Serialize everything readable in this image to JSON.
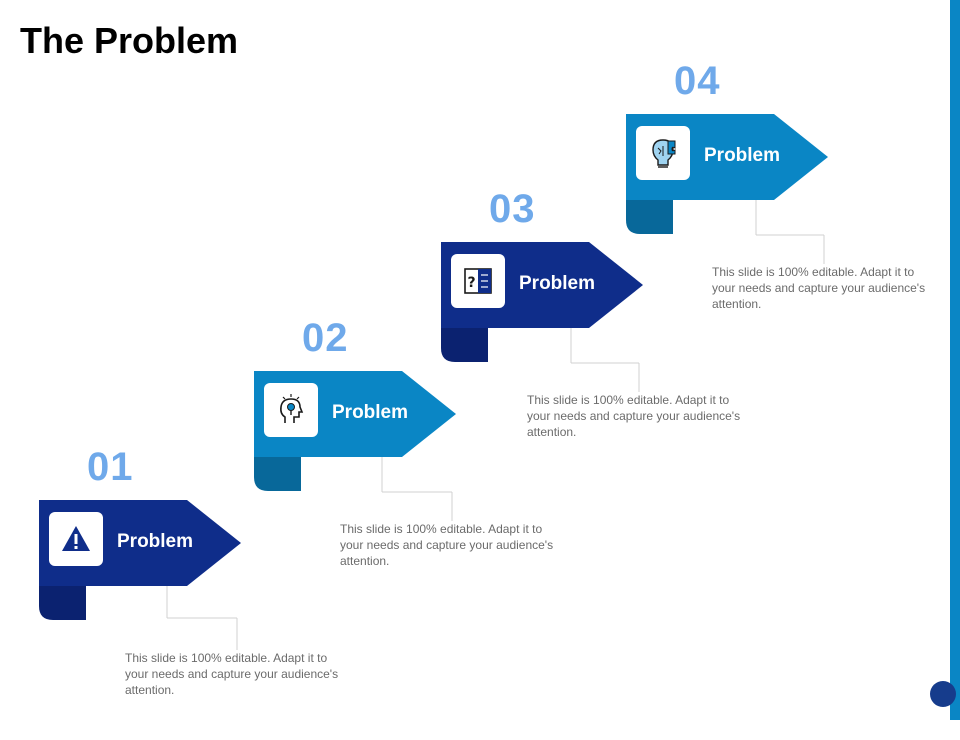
{
  "slide": {
    "title": "The Problem"
  },
  "steps": [
    {
      "number": "01",
      "label": "Problem",
      "description": "This slide is 100% editable. Adapt it to your needs and capture your audience's attention.",
      "icon": "warning-icon",
      "color": "#0f2d8a",
      "color_dark": "#0b2270"
    },
    {
      "number": "02",
      "label": "Problem",
      "description": "This slide is 100% editable. Adapt it to your needs and capture your audience's attention.",
      "icon": "idea-head-icon",
      "color": "#0a86c5",
      "color_dark": "#08689a"
    },
    {
      "number": "03",
      "label": "Problem",
      "description": "This slide is 100% editable. Adapt it to your needs and capture your audience's attention.",
      "icon": "question-document-icon",
      "color": "#0f2d8a",
      "color_dark": "#0b2270"
    },
    {
      "number": "04",
      "label": "Problem",
      "description": "This slide is 100% editable. Adapt it to your needs and capture your audience's attention.",
      "icon": "brain-puzzle-icon",
      "color": "#0a86c5",
      "color_dark": "#08689a"
    }
  ],
  "theme": {
    "number_color": "#6fa9ea",
    "accent_bar": "#0a86c5",
    "corner_dot": "#163c8c"
  }
}
